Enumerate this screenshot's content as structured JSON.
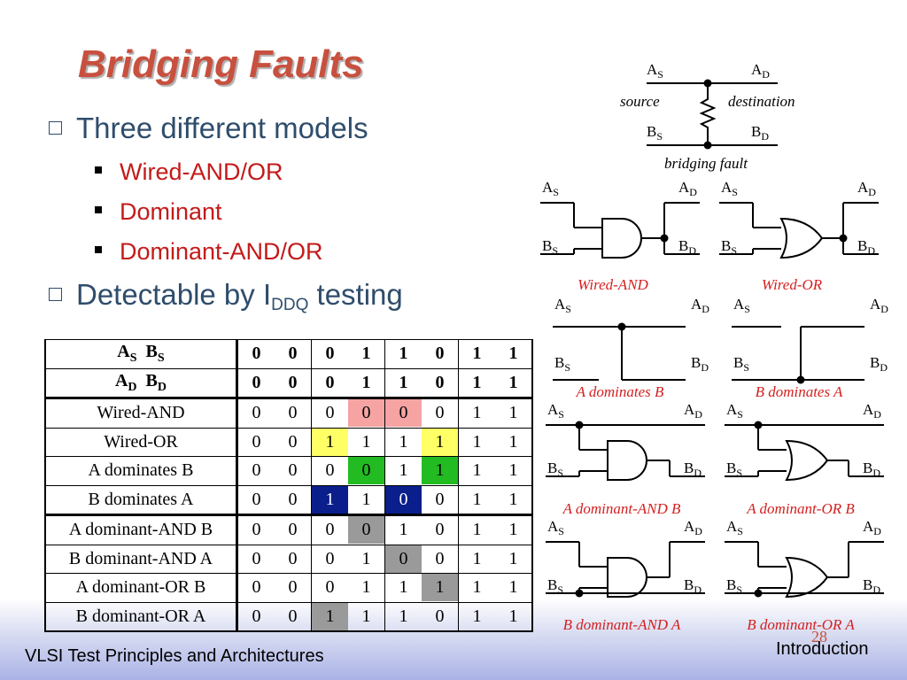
{
  "slide": {
    "title": "Bridging Faults",
    "bullets": [
      {
        "text": "Three different models"
      },
      {
        "text": "Wired-AND/OR"
      },
      {
        "text": "Dominant"
      },
      {
        "text": "Dominant-AND/OR"
      },
      {
        "text_prefix": "Detectable by I",
        "text_sub": "DDQ",
        "text_suffix": " testing"
      }
    ]
  },
  "table": {
    "header_rows": [
      {
        "label_a": "A",
        "sub_a": "S",
        "label_b": "B",
        "sub_b": "S",
        "values": [
          "0",
          "0",
          "0",
          "1",
          "1",
          "0",
          "1",
          "1"
        ]
      },
      {
        "label_a": "A",
        "sub_a": "D",
        "label_b": "B",
        "sub_b": "D",
        "values": [
          "0",
          "0",
          "0",
          "1",
          "1",
          "0",
          "1",
          "1"
        ]
      }
    ],
    "rows": [
      {
        "label": "Wired-AND",
        "values": [
          "0",
          "0",
          "0",
          "0",
          "0",
          "0",
          "1",
          "1"
        ]
      },
      {
        "label": "Wired-OR",
        "values": [
          "0",
          "0",
          "1",
          "1",
          "1",
          "1",
          "1",
          "1"
        ]
      },
      {
        "label": "A dominates B",
        "values": [
          "0",
          "0",
          "0",
          "0",
          "1",
          "1",
          "1",
          "1"
        ]
      },
      {
        "label": "B dominates A",
        "values": [
          "0",
          "0",
          "1",
          "1",
          "0",
          "0",
          "1",
          "1"
        ]
      },
      {
        "label": "A dominant-AND B",
        "values": [
          "0",
          "0",
          "0",
          "0",
          "1",
          "0",
          "1",
          "1"
        ]
      },
      {
        "label": "B dominant-AND A",
        "values": [
          "0",
          "0",
          "0",
          "1",
          "0",
          "0",
          "1",
          "1"
        ]
      },
      {
        "label": "A dominant-OR B",
        "values": [
          "0",
          "0",
          "0",
          "1",
          "1",
          "1",
          "1",
          "1"
        ]
      },
      {
        "label": "B dominant-OR A",
        "values": [
          "0",
          "0",
          "1",
          "1",
          "1",
          "0",
          "1",
          "1"
        ]
      }
    ],
    "highlight_colors": {
      "pink": "#f5a3a3",
      "yellow": "#ffff66",
      "green": "#22bb22",
      "navy": "#0a1e8c",
      "gray": "#9a9a9a"
    }
  },
  "diagrams": {
    "pin_a": "A",
    "pin_b": "B",
    "sub_s": "S",
    "sub_d": "D",
    "top_source": "source",
    "top_destination": "destination",
    "top_caption": "bridging fault",
    "captions": [
      "Wired-AND",
      "Wired-OR",
      "A dominates B",
      "B dominates A",
      "A dominant-AND B",
      "A dominant-OR B",
      "B dominant-AND A",
      "B dominant-OR A"
    ]
  },
  "footer": {
    "left": "VLSI Test Principles and Architectures",
    "right": "Introduction",
    "page": "28"
  },
  "colors": {
    "title": "#c8503e",
    "bullet_text": "#2f4d6b",
    "sub_bullet_text": "#c41a1a",
    "caption": "#d42020"
  }
}
